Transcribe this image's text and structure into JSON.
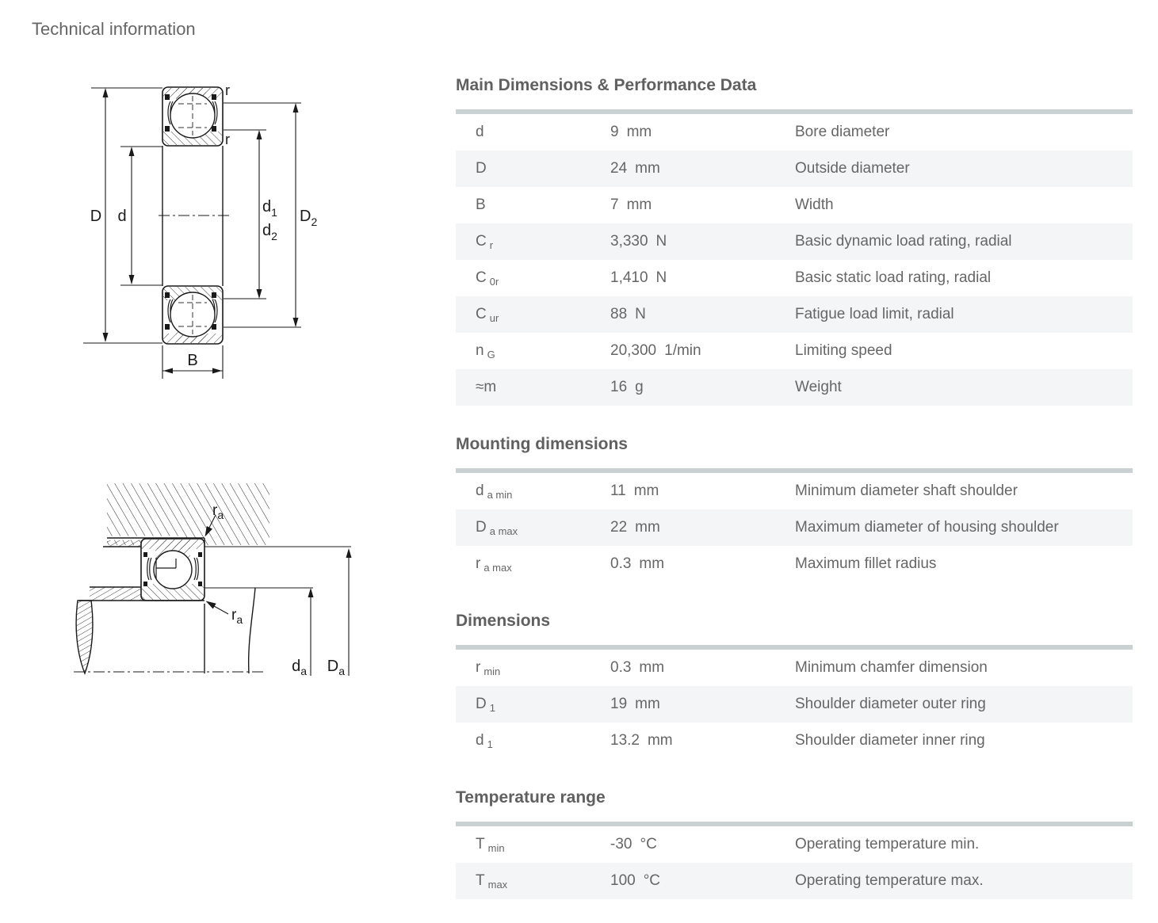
{
  "page": {
    "title": "Technical information"
  },
  "colors": {
    "table_top_bar": "#c9d1d3",
    "row_stripe": "#f3f5f6",
    "text": "#666666",
    "drawing_line": "#1a1a1a"
  },
  "sections": [
    {
      "heading": "Main Dimensions & Performance Data",
      "rows": [
        {
          "symbol": "d",
          "sub": "",
          "value": "9",
          "unit": "mm",
          "description": "Bore diameter"
        },
        {
          "symbol": "D",
          "sub": "",
          "value": "24",
          "unit": "mm",
          "description": "Outside diameter"
        },
        {
          "symbol": "B",
          "sub": "",
          "value": "7",
          "unit": "mm",
          "description": "Width"
        },
        {
          "symbol": "C",
          "sub": "r",
          "value": "3,330",
          "unit": "N",
          "description": "Basic dynamic load rating, radial"
        },
        {
          "symbol": "C",
          "sub": "0r",
          "value": "1,410",
          "unit": "N",
          "description": "Basic static load rating, radial"
        },
        {
          "symbol": "C",
          "sub": "ur",
          "value": "88",
          "unit": "N",
          "description": "Fatigue load limit, radial"
        },
        {
          "symbol": "n",
          "sub": "G",
          "value": "20,300",
          "unit": "1/min",
          "description": "Limiting speed"
        },
        {
          "symbol": "≈m",
          "sub": "",
          "value": "16",
          "unit": "g",
          "description": "Weight"
        }
      ]
    },
    {
      "heading": "Mounting dimensions",
      "rows": [
        {
          "symbol": "d",
          "sub": "a min",
          "value": "11",
          "unit": "mm",
          "description": "Minimum diameter shaft shoulder"
        },
        {
          "symbol": "D",
          "sub": "a max",
          "value": "22",
          "unit": "mm",
          "description": "Maximum diameter of housing shoulder"
        },
        {
          "symbol": "r",
          "sub": "a max",
          "value": "0.3",
          "unit": "mm",
          "description": "Maximum fillet radius"
        }
      ]
    },
    {
      "heading": "Dimensions",
      "rows": [
        {
          "symbol": "r",
          "sub": "min",
          "value": "0.3",
          "unit": "mm",
          "description": "Minimum chamfer dimension"
        },
        {
          "symbol": "D",
          "sub": "1",
          "value": "19",
          "unit": "mm",
          "description": "Shoulder diameter outer ring"
        },
        {
          "symbol": "d",
          "sub": "1",
          "value": "13.2",
          "unit": "mm",
          "description": "Shoulder diameter inner ring"
        }
      ]
    },
    {
      "heading": "Temperature range",
      "rows": [
        {
          "symbol": "T",
          "sub": "min",
          "value": "-30",
          "unit": "°C",
          "description": "Operating temperature min."
        },
        {
          "symbol": "T",
          "sub": "max",
          "value": "100",
          "unit": "°C",
          "description": "Operating temperature max."
        }
      ]
    }
  ],
  "drawings": {
    "section_view": {
      "label_D": "D",
      "label_d": "d",
      "label_d1_base": "d",
      "label_d1_sub": "1",
      "label_d2_base": "d",
      "label_d2_sub": "2",
      "label_D2_base": "D",
      "label_D2_sub": "2",
      "label_B": "B",
      "label_r_top": "r",
      "label_r_bottom": "r"
    },
    "mounting_view": {
      "label_ra_top_base": "r",
      "label_ra_top_sub": "a",
      "label_ra_bottom_base": "r",
      "label_ra_bottom_sub": "a",
      "label_da_base": "d",
      "label_da_sub": "a",
      "label_Da_base": "D",
      "label_Da_sub": "a"
    }
  }
}
